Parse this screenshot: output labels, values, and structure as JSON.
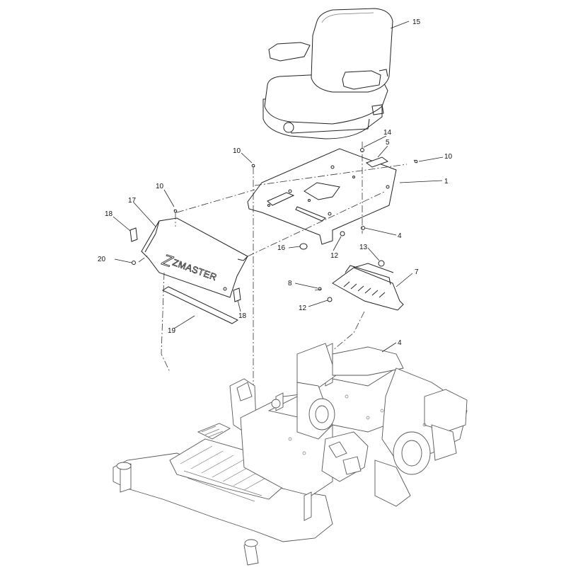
{
  "callouts": [
    {
      "id": "c15",
      "label": "15"
    },
    {
      "id": "c14",
      "label": "14"
    },
    {
      "id": "c5",
      "label": "5"
    },
    {
      "id": "c10a",
      "label": "10"
    },
    {
      "id": "c10b",
      "label": "10"
    },
    {
      "id": "c10c",
      "label": "10"
    },
    {
      "id": "c1",
      "label": "1"
    },
    {
      "id": "c17",
      "label": "17"
    },
    {
      "id": "c18a",
      "label": "18"
    },
    {
      "id": "c18b",
      "label": "18"
    },
    {
      "id": "c20",
      "label": "20"
    },
    {
      "id": "c4a",
      "label": "4"
    },
    {
      "id": "c4b",
      "label": "4"
    },
    {
      "id": "c16",
      "label": "16"
    },
    {
      "id": "c12a",
      "label": "12"
    },
    {
      "id": "c12b",
      "label": "12"
    },
    {
      "id": "c13",
      "label": "13"
    },
    {
      "id": "c7",
      "label": "7"
    },
    {
      "id": "c8",
      "label": "8"
    },
    {
      "id": "c19",
      "label": "19"
    }
  ],
  "logo": {
    "text": "ZMASTER"
  }
}
